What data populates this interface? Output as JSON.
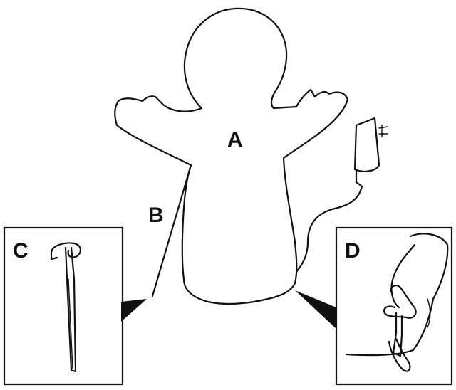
{
  "labels": {
    "a": "A",
    "b": "B",
    "c": "C",
    "d": "D"
  },
  "colors": {
    "line": "#111111",
    "background": "#ffffff"
  },
  "icons": [
    "inflatable-figure-icon",
    "power-adapter-icon",
    "ground-stake-icon",
    "hand-staking-icon"
  ]
}
